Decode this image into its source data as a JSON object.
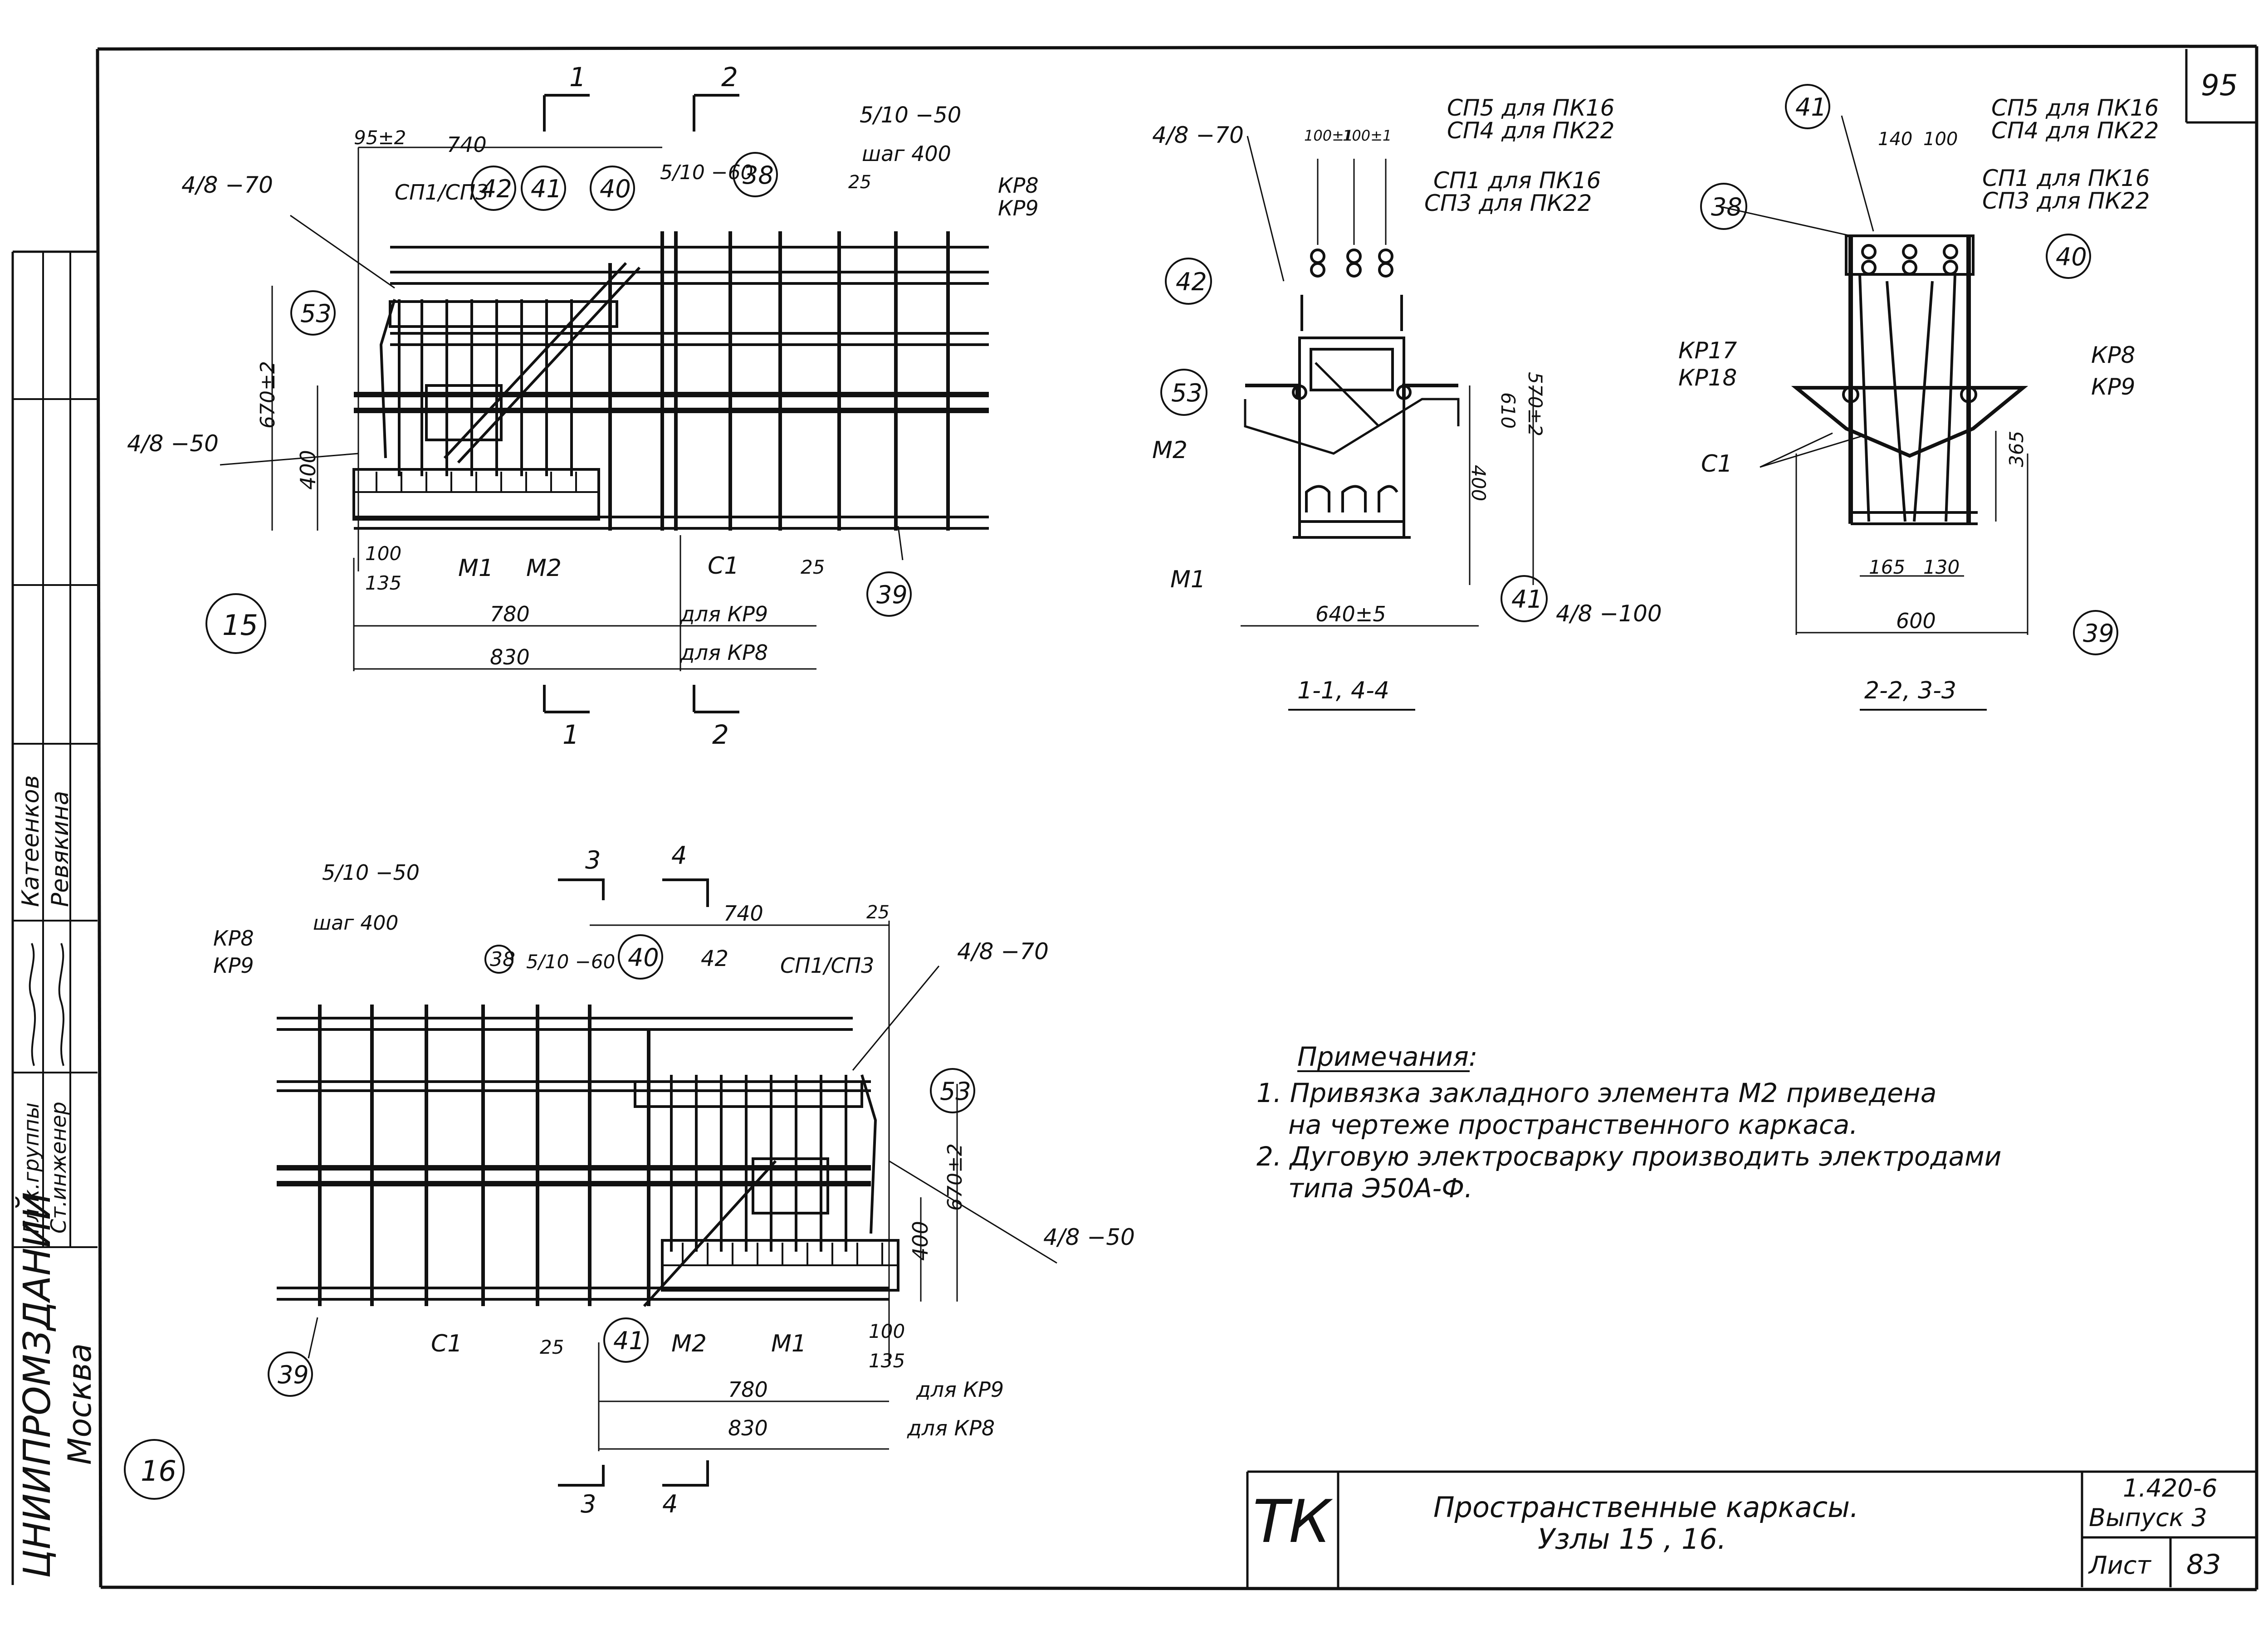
{
  "sheet": {
    "page_number": "95",
    "stamp": {
      "org_name": "ЦНИИПРОМЗДАНИЙ",
      "city": "Москва",
      "role1": "Гл.к.группы",
      "role2": "Ст.инженер",
      "name1": "Катеенков",
      "name2": "Ревякина"
    },
    "title_block": {
      "code": "ТК",
      "title_line1": "Пространственные каркасы.",
      "title_line2": "Узлы 15 , 16.",
      "series": "1.420-6",
      "issue": "Выпуск 3",
      "sheet_label": "Лист",
      "sheet_number": "83"
    },
    "notes": {
      "heading": "Примечания:",
      "n1a": "1. Привязка закладного элемента М2 приведена",
      "n1b": "на чертеже пространственного каркаса.",
      "n2a": "2. Дуговую электросварку производить электродами",
      "n2b": "типа Э50А-Ф."
    },
    "node15": {
      "label": "15",
      "cut1": "1",
      "cut2": "2",
      "d_952": "95±2",
      "d_740": "740",
      "weld_4_8_70": "4/8 −70",
      "weld_5_10_60": "5/10 −60",
      "weld_5_10_50": "5/10 −50",
      "step400": "шаг 400",
      "d_25": "25",
      "sp1_sp3": "СП1/СП3",
      "kr8": "КР8",
      "kr9": "КР9",
      "d_670": "670±2",
      "d_400": "400",
      "weld_4_8_50": "4/8 −50",
      "d_100": "100",
      "d_135": "135",
      "m1": "М1",
      "m2": "М2",
      "c1": "С1",
      "d_780": "780",
      "d_830": "830",
      "for_kr9": "для КР9",
      "for_kr8": "для КР8",
      "c38": "38",
      "c40": "40",
      "c41": "41",
      "c42": "42",
      "c53": "53",
      "c39": "39"
    },
    "section11": {
      "weld": "4/8 −70",
      "d_100a": "100±1",
      "d_100b": "100±1",
      "sp5": "СП5 для ПК16",
      "sp4": "СП4 для ПК22",
      "sp1": "СП1 для ПК16",
      "sp3": "СП3 для ПК22",
      "c42": "42",
      "c53": "53",
      "c41": "41",
      "m2": "М2",
      "m1": "М1",
      "d_400": "400",
      "d_610": "610",
      "d_570": "570±2",
      "d_640": "640±5",
      "weld_100": "4/8 −100",
      "caption": "1-1, 4-4"
    },
    "section22": {
      "c41": "41",
      "c38": "38",
      "c40": "40",
      "c39": "39",
      "d_140": "140",
      "d_100": "100",
      "sp5": "СП5 для ПК16",
      "sp4": "СП4 для ПК22",
      "sp1": "СП1 для ПК16",
      "sp3": "СП3 для ПК22",
      "kr17": "КР17",
      "kr18": "КР18",
      "kr8": "КР8",
      "kr9": "КР9",
      "c1": "С1",
      "d_365": "365",
      "d_165": "165",
      "d_130": "130",
      "d_600": "600",
      "caption": "2-2, 3-3"
    },
    "node16": {
      "label": "16",
      "cut3": "3",
      "cut4": "4",
      "weld_5_10_50": "5/10 −50",
      "step400": "шаг 400",
      "d_740": "740",
      "d_25a": "25",
      "kr8": "КР8",
      "kr9": "КР9",
      "weld_5_10_60": "5/10 −60",
      "weld_4_8_70": "4/8 −70",
      "sp1_sp3": "СП1/СП3",
      "c38": "38",
      "c40": "40",
      "c42": "42",
      "c53": "53",
      "c39": "39",
      "c41": "41",
      "d_670": "670±2",
      "d_400": "400",
      "weld_4_8_50": "4/8 −50",
      "c1": "С1",
      "d_25b": "25",
      "m2": "М2",
      "m1": "М1",
      "d_100": "100",
      "d_135": "135",
      "d_780": "780",
      "d_830": "830",
      "for_kr9": "для КР9",
      "for_kr8": "для КР8"
    }
  }
}
